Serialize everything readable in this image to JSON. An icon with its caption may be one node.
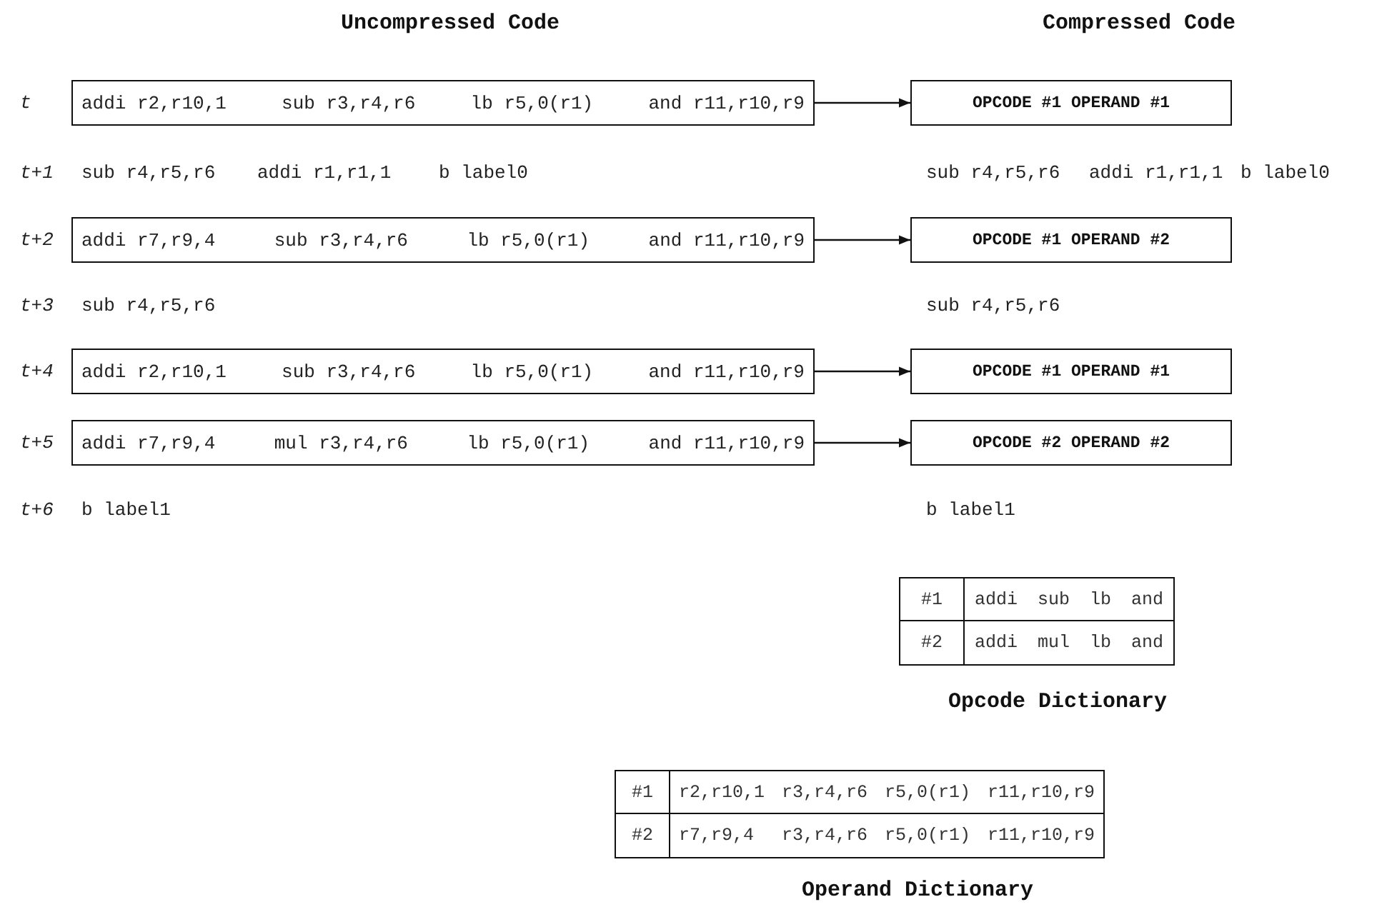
{
  "diagram": {
    "nodes": [
      {
        "text": [
          "addi r2,r10,1",
          "sub r3,r4,r6",
          "lb r5,0(r1)",
          "and r11,r10,r9"
        ],
        "beside": [
          "t"
        ]
      },
      {
        "text": [
          "OPCODE #1 OPERAND #1"
        ]
      },
      {
        "text": [
          "addi r7,r9,4",
          "sub r3,r4,r6",
          "lb r5,0(r1)",
          "and r11,r10,r9"
        ],
        "beside": [
          "t+2"
        ]
      },
      {
        "text": [
          "OPCODE #1 OPERAND #2"
        ]
      },
      {
        "text": [
          "addi r2,r10,1",
          "sub r3,r4,r6",
          "lb r5,0(r1)",
          "and r11,r10,r9"
        ],
        "beside": [
          "t+4"
        ]
      },
      {
        "text": [
          "OPCODE #1 OPERAND #1"
        ]
      },
      {
        "text": [
          "addi r7,r9,4",
          "mul r3,r4,r6",
          "lb r5,0(r1)",
          "and r11,r10,r9"
        ],
        "beside": [
          "t+5"
        ]
      },
      {
        "text": [
          "OPCODE #2 OPERAND #2"
        ]
      }
    ],
    "edges": [
      {
        "from": 0,
        "to": 1,
        "arrow": "to"
      },
      {
        "from": 2,
        "to": 3,
        "arrow": "to"
      },
      {
        "from": 4,
        "to": 5,
        "arrow": "to"
      },
      {
        "from": 6,
        "to": 7,
        "arrow": "to"
      }
    ],
    "labels": [
      "Uncompressed Code",
      "Compressed Code",
      "t+1",
      "sub r4,r5,r6",
      "addi r1,r1,1",
      "b label0",
      "sub r4,r5,r6",
      "addi r1,r1,1",
      "b label0",
      "t+3",
      "sub r4,r5,r6",
      "sub r4,r5,r6",
      "t+6",
      "b label1",
      "b label1",
      "#1",
      "addi",
      "sub",
      "lb",
      "and",
      "#2",
      "addi",
      "mul",
      "lb",
      "and",
      "Opcode Dictionary",
      "#1",
      "r2,r10,1",
      "r3,r4,r6",
      "r5,0(r1)",
      "r11,r10,r9",
      "#2",
      "r7,r9,4",
      "r3,r4,r6",
      "r5,0(r1)",
      "r11,r10,r9",
      "Operand Dictionary"
    ]
  }
}
